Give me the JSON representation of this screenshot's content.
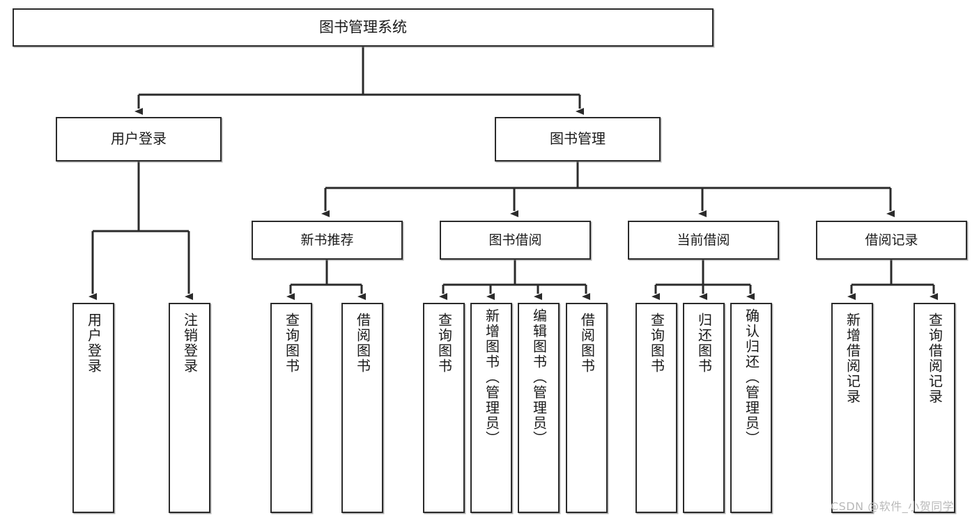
{
  "diagram": {
    "title": "图书管理系统",
    "type": "tree-hierarchy-chart",
    "watermark": "CSDN @软件_小贺同学",
    "colors": {
      "box_border": "#2b2b2b",
      "box_fill": "#ffffff",
      "edge": "#2b2b2b",
      "text": "#1a1a1a",
      "watermark": "#b9b9b9",
      "background": "#ffffff"
    },
    "root": {
      "label": "图书管理系统"
    },
    "level2": [
      {
        "id": "user-login",
        "label": "用户登录"
      },
      {
        "id": "book-management",
        "label": "图书管理"
      }
    ],
    "level3": [
      {
        "id": "new-book-recommend",
        "label": "新书推荐"
      },
      {
        "id": "book-borrow",
        "label": "图书借阅"
      },
      {
        "id": "current-borrow",
        "label": "当前借阅"
      },
      {
        "id": "borrow-record",
        "label": "借阅记录"
      }
    ],
    "leaves": {
      "user_login": [
        {
          "id": "leaf-user-login",
          "label": "用户登录"
        },
        {
          "id": "leaf-logout-login",
          "label": "注销登录"
        }
      ],
      "new_book_recommend": [
        {
          "id": "leaf-query-book-1",
          "label": "查询图书"
        },
        {
          "id": "leaf-borrow-book-1",
          "label": "借阅图书"
        }
      ],
      "book_borrow": [
        {
          "id": "leaf-query-book-2",
          "label": "查询图书"
        },
        {
          "id": "leaf-add-book",
          "label": "新增图书（管理员）"
        },
        {
          "id": "leaf-edit-book",
          "label": "编辑图书（管理员）"
        },
        {
          "id": "leaf-borrow-book-2",
          "label": "借阅图书"
        }
      ],
      "current_borrow": [
        {
          "id": "leaf-query-book-3",
          "label": "查询图书"
        },
        {
          "id": "leaf-return-book",
          "label": "归还图书"
        },
        {
          "id": "leaf-confirm-return",
          "label": "确认归还（管理员）"
        }
      ],
      "borrow_record": [
        {
          "id": "leaf-add-record",
          "label": "新增借阅记录"
        },
        {
          "id": "leaf-query-record",
          "label": "查询借阅记录"
        }
      ]
    }
  }
}
